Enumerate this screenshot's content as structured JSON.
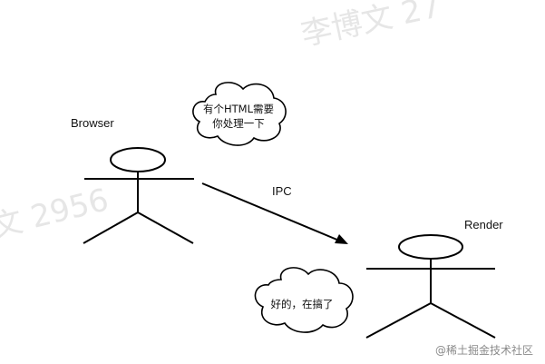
{
  "watermark": {
    "top": "李博文 27",
    "left": "文 2956",
    "color": "#e6e6e6"
  },
  "actors": {
    "browser": {
      "label": "Browser"
    },
    "render": {
      "label": "Render"
    }
  },
  "arrow": {
    "label": "IPC"
  },
  "bubbles": {
    "request": {
      "line1": "有个HTML需要",
      "line2": "你处理一下"
    },
    "reply": {
      "line1": "好的，在搞了"
    }
  },
  "footer": {
    "text": "@稀土掘金技术社区"
  },
  "colors": {
    "stroke": "#000000",
    "text": "#111111",
    "footer": "#8a8a8a"
  }
}
